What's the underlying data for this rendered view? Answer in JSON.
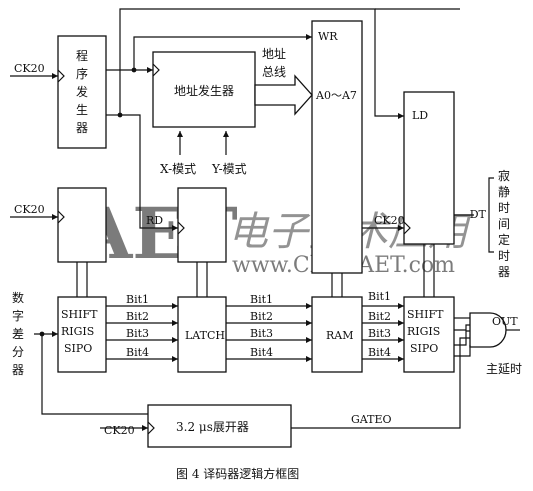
{
  "inputs": {
    "ck20_top": "CK20",
    "ck20_mid": "CK20",
    "ck20_bottom": "CK20",
    "diff_chars": [
      "数",
      "字",
      "差",
      "分",
      "器"
    ]
  },
  "blocks": {
    "program_gen": [
      "程",
      "序",
      "发",
      "生",
      "器"
    ],
    "addr_gen": "地址发生器",
    "x_mode": "X-模式",
    "y_mode": "Y-模式",
    "addr_bus": [
      "地址",
      "总线"
    ],
    "wr": "WR",
    "a0a7": "A0～A7",
    "ld": "LD",
    "rd": "RD",
    "latch": "LATCH",
    "ram": "RAM",
    "ram_clk": "CK20",
    "sr_in": [
      "SHIFT",
      "RIGIS",
      "SIPO"
    ],
    "sr_out": [
      "SHIFT",
      "RIGIS",
      "SIPO"
    ],
    "expander": "3.2 μs展开器",
    "gateo": "GATEO",
    "dt": "-DT",
    "silence_timer": [
      "寂",
      "静",
      "时",
      "间",
      "定",
      "时",
      "器"
    ],
    "out": "OUT",
    "main_delay": "主延时"
  },
  "bits": [
    "Bit1",
    "Bit2",
    "Bit3",
    "Bit4"
  ],
  "caption": "图 4   译码器逻辑方框图",
  "watermark": {
    "aet": "AET",
    "cn": "电子技术应用",
    "url": "www.ChinaAET.com"
  }
}
